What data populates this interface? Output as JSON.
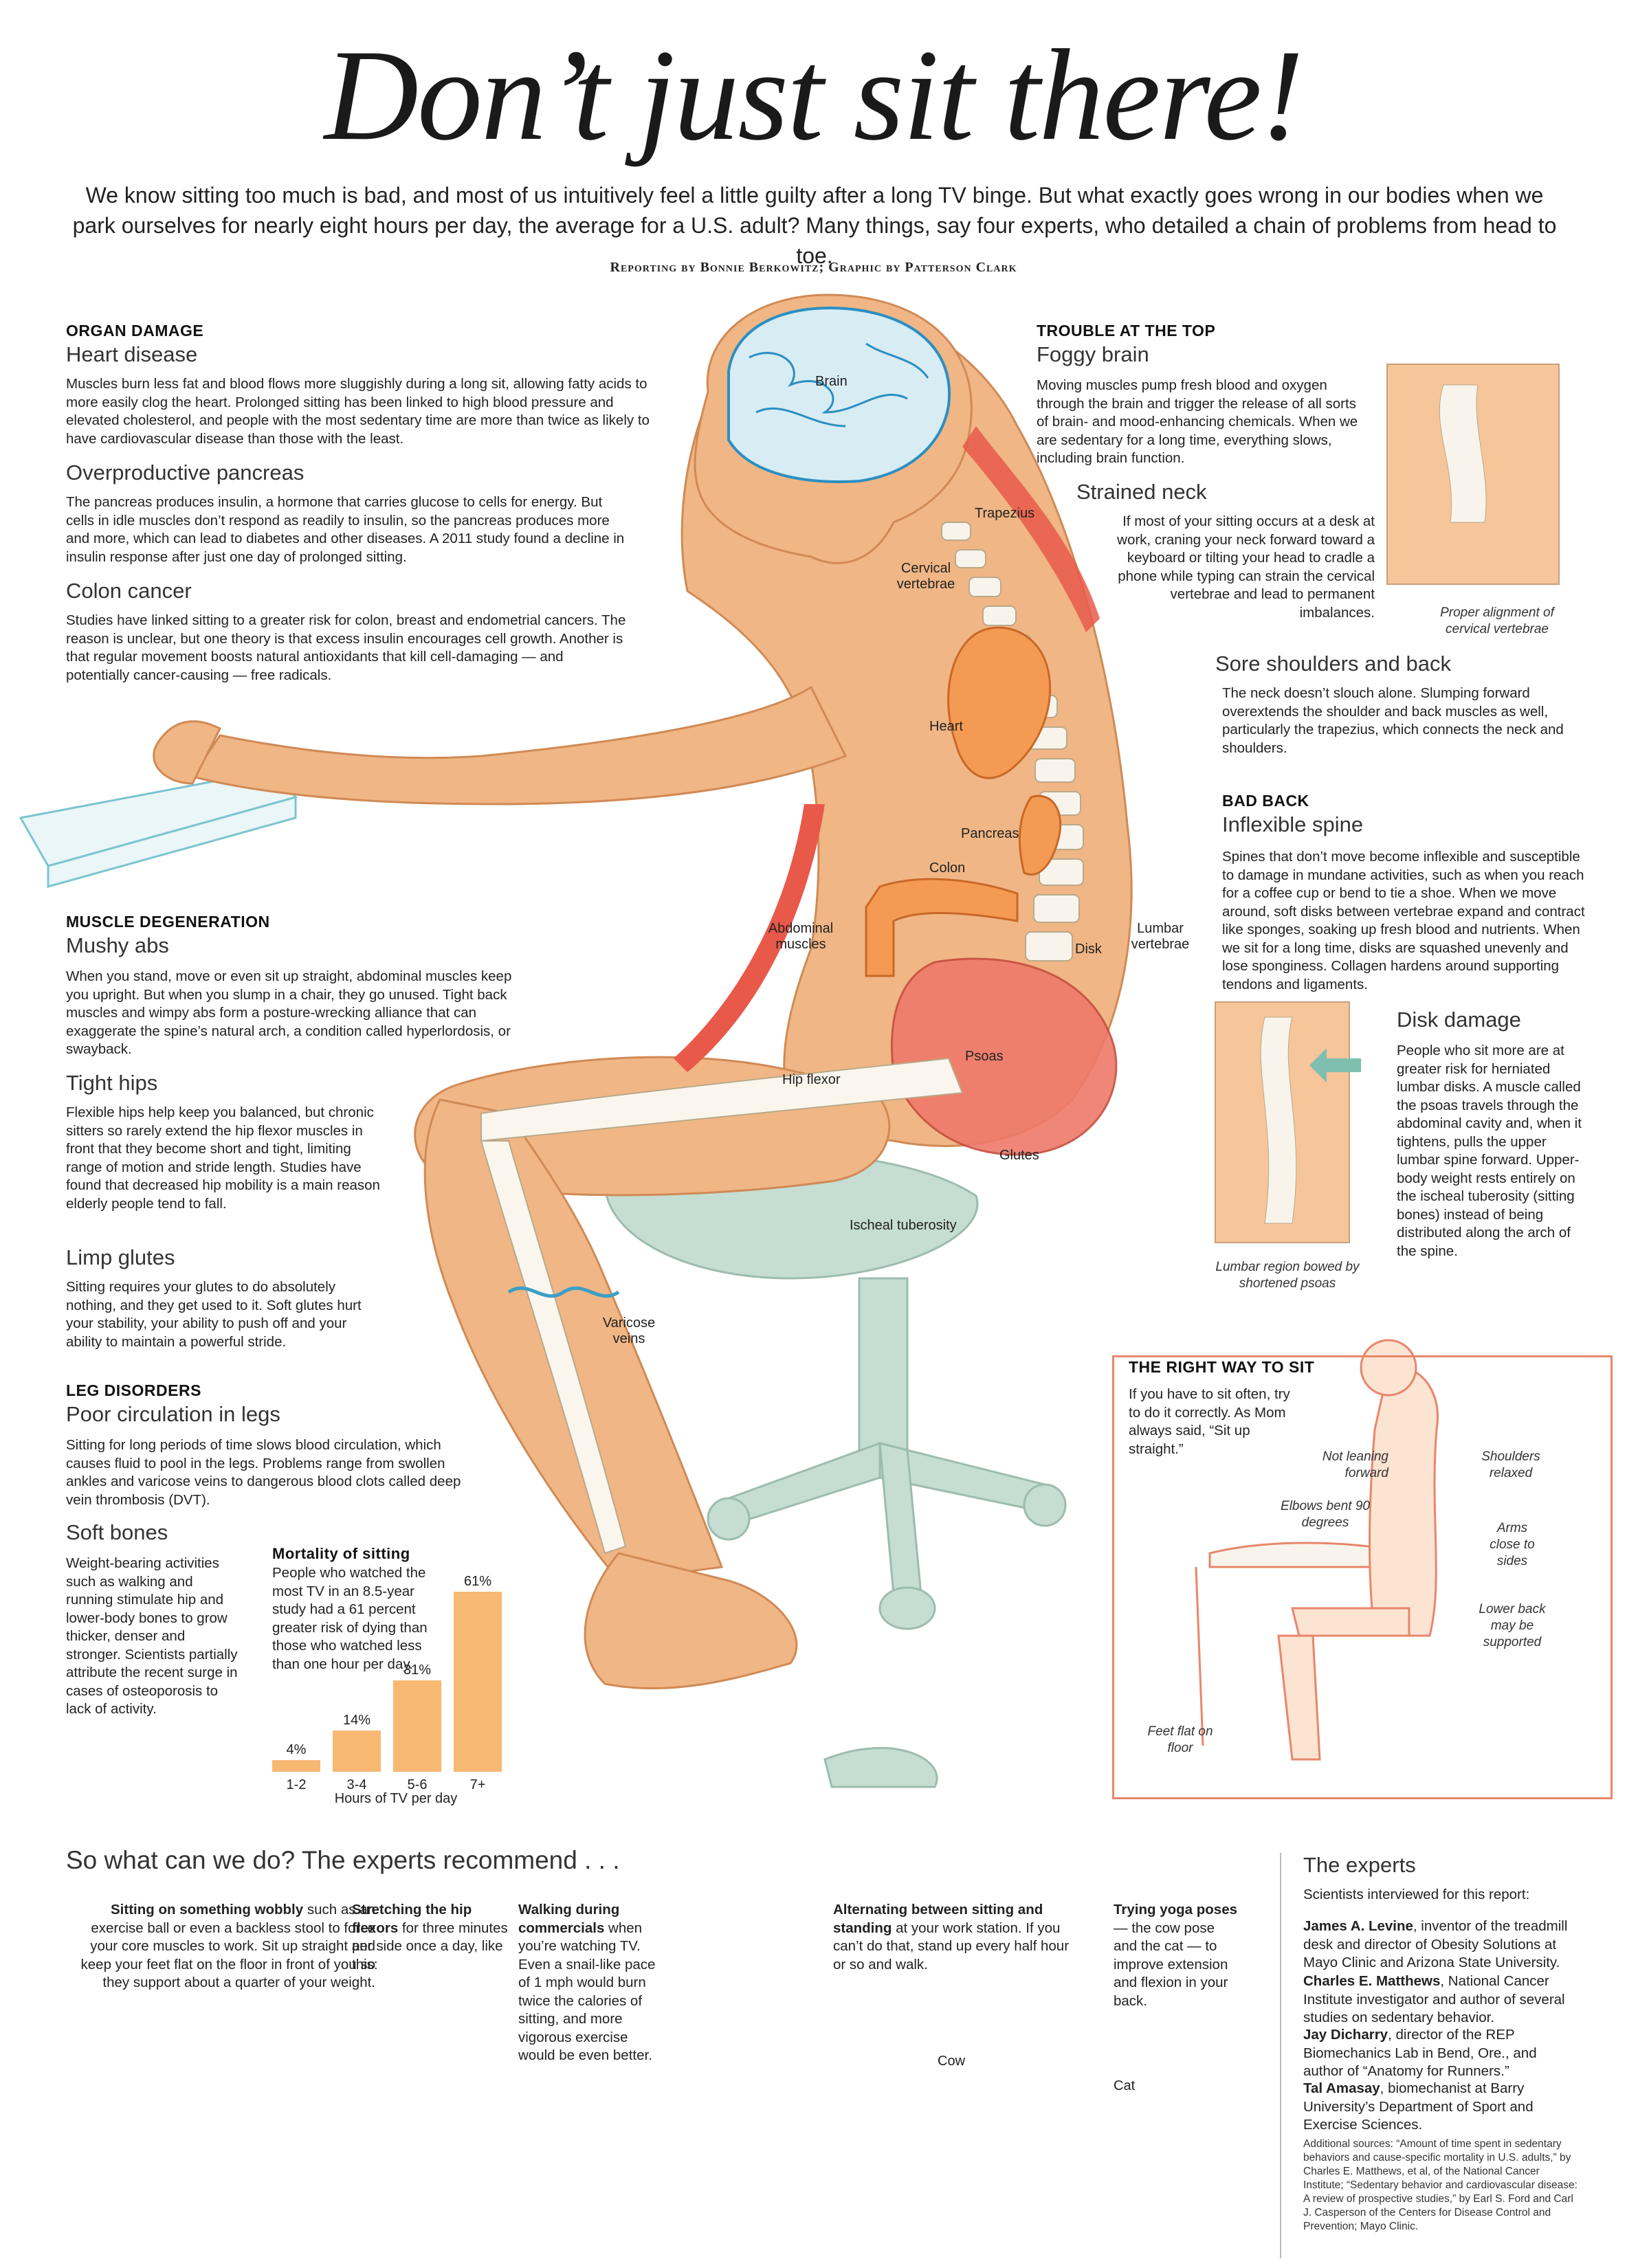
{
  "title": "Don’t just sit there!",
  "intro": "We know sitting too much is bad, and most of us intuitively feel a little guilty after a long TV binge. But what exactly goes wrong in our bodies when we park ourselves for nearly eight hours per day, the average for a U.S. adult? Many things, say four experts, who detailed a chain of problems from head to toe.",
  "byline": "Reporting by Bonnie Berkowitz; Graphic by Patterson Clark",
  "organ_damage": {
    "heading": "ORGAN DAMAGE",
    "heart": {
      "title": "Heart disease",
      "text": "Muscles burn less fat and blood flows more sluggishly during a long sit, allowing fatty acids to more easily clog the heart. Prolonged sitting has been linked to high blood pressure and elevated cholesterol, and people with the most sedentary time are more than twice as likely to have cardiovascular disease than those with the least."
    },
    "pancreas": {
      "title": "Overproductive pancreas",
      "text": "The pancreas produces insulin, a hormone that carries glucose to cells for energy. But cells in idle muscles don’t respond as readily to insulin, so the pancreas produces more and more, which can lead to diabetes and other diseases. A 2011 study found a decline in insulin response after just one day of prolonged sitting."
    },
    "colon": {
      "title": "Colon cancer",
      "text": "Studies have linked sitting to a greater risk for colon, breast and endometrial cancers. The reason is unclear, but one theory is that excess insulin encourages cell growth. Another is that regular movement boosts natural antioxidants that kill cell-damaging — and potentially cancer-causing — free radicals."
    }
  },
  "muscle_degeneration": {
    "heading": "MUSCLE DEGENERATION",
    "abs": {
      "title": "Mushy abs",
      "text": "When you stand, move or even sit up straight, abdominal muscles keep you upright. But when you slump in a chair, they go unused. Tight back muscles and wimpy abs form a posture-wrecking alliance that can exaggerate the spine’s natural arch, a condition called hyperlordosis, or swayback."
    },
    "hips": {
      "title": "Tight hips",
      "text": "Flexible hips help keep you balanced, but chronic sitters so rarely extend the hip flexor muscles in front that they become short and tight, limiting range of motion and stride length. Studies have found that decreased hip mobility is a main reason elderly people tend to fall."
    },
    "glutes": {
      "title": "Limp glutes",
      "text": "Sitting requires your glutes to do absolutely nothing, and they get used to it. Soft glutes hurt your stability, your ability to push off and your ability to maintain a powerful stride."
    }
  },
  "leg_disorders": {
    "heading": "LEG DISORDERS",
    "circulation": {
      "title": "Poor circulation in legs",
      "text": "Sitting for long periods of time slows blood circulation, which causes fluid to pool in the legs. Problems range from swollen ankles and varicose veins to dangerous blood clots called deep vein thrombosis (DVT)."
    },
    "bones": {
      "title": "Soft bones",
      "text": "Weight-bearing activities such as walking and running stimulate hip and lower-body bones to grow thicker, denser and stronger. Scientists partially attribute the recent surge in cases of osteoporosis to lack of activity."
    }
  },
  "mortality": {
    "title": "Mortality of sitting",
    "text": "People who watched the most TV in an 8.5-year study had a 61 percent greater risk of dying than those who watched less than one hour per day.",
    "xlabel": "Hours of TV per day"
  },
  "chart_data": {
    "type": "bar",
    "title": "Mortality of sitting",
    "categories": [
      "1-2",
      "3-4",
      "5-6",
      "7+"
    ],
    "values": [
      4,
      14,
      31,
      61
    ],
    "value_labels": [
      "4%",
      "14%",
      "31%",
      "61%"
    ],
    "xlabel": "Hours of TV per day",
    "ylabel": "",
    "ylim": [
      0,
      61
    ],
    "color": "#f7b871"
  },
  "trouble_top": {
    "heading": "TROUBLE AT THE TOP",
    "brain": {
      "title": "Foggy brain",
      "text": "Moving muscles pump fresh blood and oxygen through the brain and trigger the release of all sorts of brain- and mood-enhancing chemicals. When we are sedentary for a long time, everything slows, including brain function."
    },
    "neck": {
      "title": "Strained neck",
      "text": "If most of your sitting occurs at a desk at work, craning your neck forward toward a keyboard or tilting your head to cradle a phone while typing can strain the cervical vertebrae and lead to permanent imbalances."
    },
    "neck_caption": "Proper alignment of cervical vertebrae",
    "shoulders": {
      "title": "Sore shoulders and back",
      "text": "The neck doesn’t slouch alone. Slumping forward overextends the shoulder and back muscles as well, particularly the trapezius, which connects the neck and shoulders."
    }
  },
  "bad_back": {
    "heading": "BAD BACK",
    "spine": {
      "title": "Inflexible spine",
      "text": "Spines that don’t move become inflexible and susceptible to damage in mundane activities, such as when you reach for a coffee cup or bend to tie a shoe. When we move around, soft disks between vertebrae expand and contract like sponges, soaking up fresh blood and nutrients. When we sit for a long time, disks are squashed unevenly and lose sponginess. Collagen hardens around supporting tendons and ligaments."
    },
    "disk": {
      "title": "Disk damage",
      "text": "People who sit more are at greater risk for herniated lumbar disks. A muscle called the psoas travels through the abdominal cavity and, when it tightens, pulls the upper lumbar spine forward. Upper-body weight rests entirely on the ischeal tuberosity (sitting bones) instead of being distributed along the arch of the spine."
    },
    "disk_caption": "Lumbar region bowed by shortened psoas"
  },
  "right_way": {
    "heading": "THE RIGHT WAY TO SIT",
    "text": "If you have to sit often, try to do it correctly. As Mom always said, “Sit up straight.”",
    "labels": {
      "leaning": "Not leaning forward",
      "shoulders": "Shoulders relaxed",
      "elbows": "Elbows bent 90 degrees",
      "arms": "Arms close to sides",
      "lowerback": "Lower back may be supported",
      "feet": "Feet flat on floor"
    }
  },
  "anatomy_labels": {
    "brain": "Brain",
    "trapezius": "Trapezius",
    "cervical": "Cervical vertebrae",
    "heart": "Heart",
    "pancreas": "Pancreas",
    "colon": "Colon",
    "abdominal": "Abdominal muscles",
    "disk": "Disk",
    "lumbar": "Lumbar vertebrae",
    "psoas": "Psoas",
    "hipflexor": "Hip flexor",
    "glutes": "Glutes",
    "ischeal": "Ischeal tuberosity",
    "varicose": "Varicose veins"
  },
  "recommend": {
    "heading": "So what can we do? The experts recommend . . .",
    "tips": [
      {
        "bold": "Sitting on something wobbly",
        "text": " such as an exercise ball or even a backless stool to force your core muscles to work. Sit up straight and keep your feet flat on the floor in front of you so they support about a quarter of your weight."
      },
      {
        "bold": "Stretching the hip flexors",
        "text": " for three minutes per side once a day, like this:"
      },
      {
        "bold": "Walking during commercials",
        "text": " when you’re watching TV. Even a snail-like pace of 1 mph would burn twice the calories of sitting, and more vigorous exercise would be even better."
      },
      {
        "bold": "Alternating between sitting and standing",
        "text": " at your work station. If you can’t do that, stand up every half hour or so and walk."
      },
      {
        "bold": "Trying yoga poses",
        "text": " — the cow pose and the cat — to improve extension and flexion in your back."
      }
    ],
    "cow": "Cow",
    "cat": "Cat"
  },
  "experts": {
    "heading": "The experts",
    "intro": "Scientists interviewed for this report:",
    "people": [
      {
        "name": "James A. Levine",
        "desc": ", inventor of the treadmill desk and director of Obesity Solutions at Mayo Clinic and Arizona State University."
      },
      {
        "name": "Charles E. Matthews",
        "desc": ", National Cancer Institute investigator and author of several studies on sedentary behavior."
      },
      {
        "name": "Jay Dicharry",
        "desc": ", director of the REP Biomechanics Lab in Bend, Ore., and author of “Anatomy for Runners.”"
      },
      {
        "name": "Tal Amasay",
        "desc": ", biomechanist at Barry University’s Department of Sport and Exercise Sciences."
      }
    ],
    "sources": "Additional sources: “Amount of time spent in sedentary behaviors and cause-specific mortality in U.S. adults,” by Charles E. Matthews, et al, of the National Cancer Institute; “Sedentary behavior and cardiovascular disease: A review of prospective studies,” by Earl S. Ford and Carl J. Casperson of the Centers for Disease Control and Prevention; Mayo Clinic."
  },
  "colors": {
    "skin": "#f0b685",
    "muscle": "#e8594a",
    "chair": "#b7d3c6",
    "frame": "#e8866b",
    "bar": "#f7b871",
    "teal": "#7fbfb0"
  }
}
